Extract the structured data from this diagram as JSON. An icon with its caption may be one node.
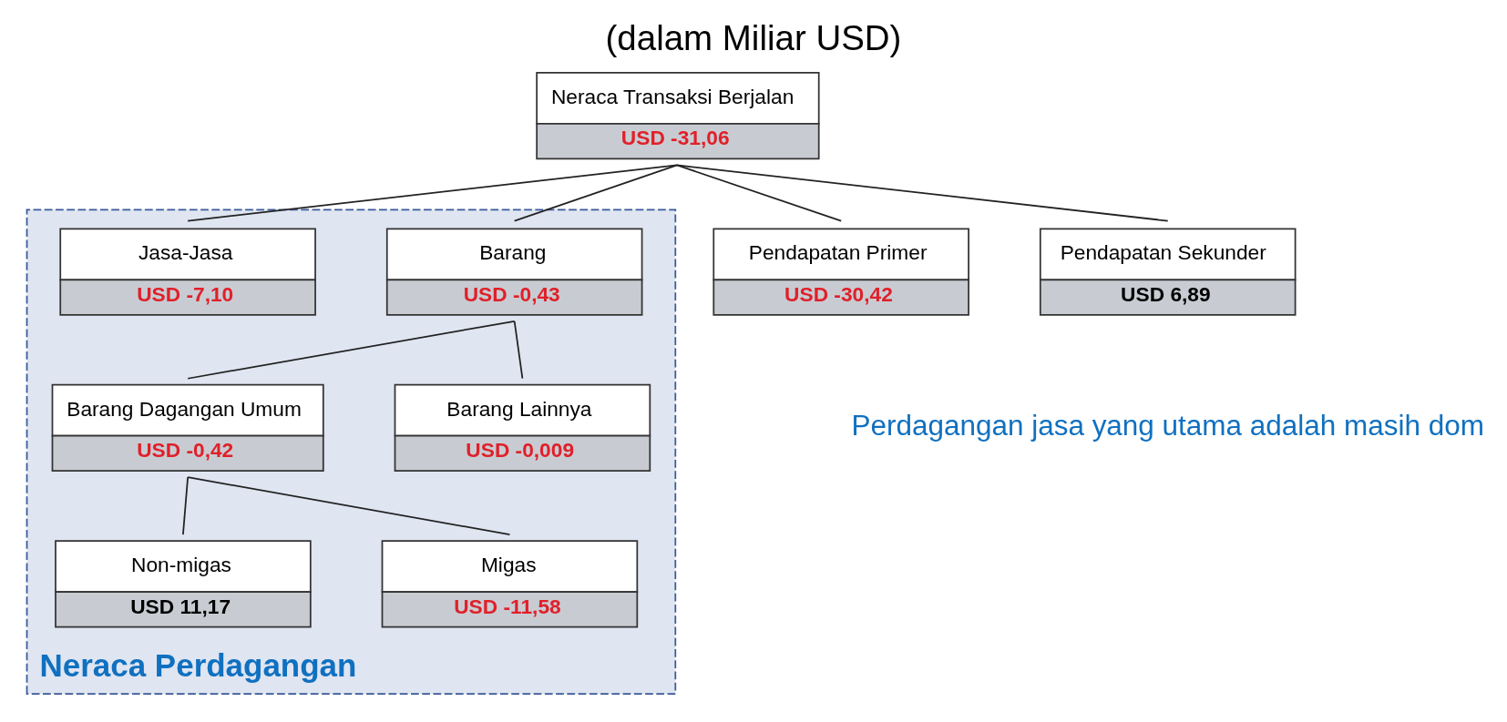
{
  "diagram": {
    "title": "(dalam Miliar USD)",
    "nodes": [
      {
        "text": [
          "Neraca Transaksi Berjalan",
          "USD -31,06"
        ]
      },
      {
        "text": [
          "Neraca Perdagangan"
        ]
      },
      {
        "text": [
          "Barang",
          "USD -0,43"
        ],
        "in": 1
      },
      {
        "text": [
          "Jasa-Jasa",
          "USD -7,10"
        ],
        "in": 1
      },
      {
        "text": [
          "Pendapatan Primer",
          "USD -30,42"
        ]
      },
      {
        "text": [
          "Pendapatan Sekunder",
          "USD 6,89"
        ]
      },
      {
        "text": [
          "Barang Dagangan Umum",
          "USD -0,42"
        ],
        "in": 1
      },
      {
        "text": [
          "Barang Lainnya",
          "USD -0,009"
        ],
        "in": 1
      },
      {
        "text": [
          "Non-migas",
          "USD 11,17"
        ],
        "in": 1
      },
      {
        "text": [
          "Migas",
          "USD -11,58"
        ],
        "in": 1
      }
    ],
    "edges": [
      {
        "from": 0,
        "to": 2,
        "arrow": "none"
      },
      {
        "from": 0,
        "to": 3,
        "arrow": "none"
      },
      {
        "from": 0,
        "to": 4,
        "arrow": "none"
      },
      {
        "from": 0,
        "to": 5,
        "arrow": "none"
      },
      {
        "from": 2,
        "to": 6,
        "arrow": "none"
      },
      {
        "from": 2,
        "to": 7,
        "arrow": "none"
      },
      {
        "from": 6,
        "to": 8,
        "arrow": "none"
      },
      {
        "from": 6,
        "to": 9,
        "arrow": "none"
      }
    ],
    "labels": [
      "Perdagangan jasa yang utama adalah masih dom"
    ]
  }
}
